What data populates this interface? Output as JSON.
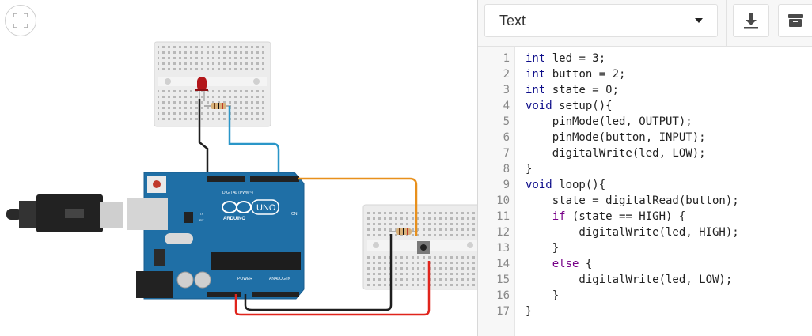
{
  "canvas": {
    "fit_button_icon": "fit-view-icon",
    "board": {
      "logo_text": "UNO",
      "brand_text": "ARDUINO",
      "digital_label": "DIGITAL (PWM~)",
      "power_label": "POWER",
      "analog_label": "ANALOG IN",
      "on_label": "ON",
      "tx_label": "TX",
      "rx_label": "RX",
      "l_label": "L"
    },
    "wire_colors": {
      "black": "#1e1e1e",
      "blue": "#2a96c8",
      "orange": "#e8901c",
      "red": "#e0241c"
    },
    "led_color": "#b3161a"
  },
  "toolbar": {
    "mode_label": "Text",
    "download_icon": "download-icon",
    "library_icon": "archive-icon"
  },
  "editor": {
    "lines": [
      {
        "n": "1",
        "text": "int led = 3;"
      },
      {
        "n": "2",
        "text": "int button = 2;"
      },
      {
        "n": "3",
        "text": "int state = 0;"
      },
      {
        "n": "4",
        "text": "void setup(){"
      },
      {
        "n": "5",
        "text": "    pinMode(led, OUTPUT);"
      },
      {
        "n": "6",
        "text": "    pinMode(button, INPUT);"
      },
      {
        "n": "7",
        "text": "    digitalWrite(led, LOW);"
      },
      {
        "n": "8",
        "text": "}"
      },
      {
        "n": "9",
        "text": "void loop(){"
      },
      {
        "n": "10",
        "text": "    state = digitalRead(button);"
      },
      {
        "n": "11",
        "text": "    if (state == HIGH) {"
      },
      {
        "n": "12",
        "text": "        digitalWrite(led, HIGH);"
      },
      {
        "n": "13",
        "text": "    }"
      },
      {
        "n": "14",
        "text": "    else {"
      },
      {
        "n": "15",
        "text": "        digitalWrite(led, LOW);"
      },
      {
        "n": "16",
        "text": "    }"
      },
      {
        "n": "17",
        "text": "}"
      }
    ]
  }
}
